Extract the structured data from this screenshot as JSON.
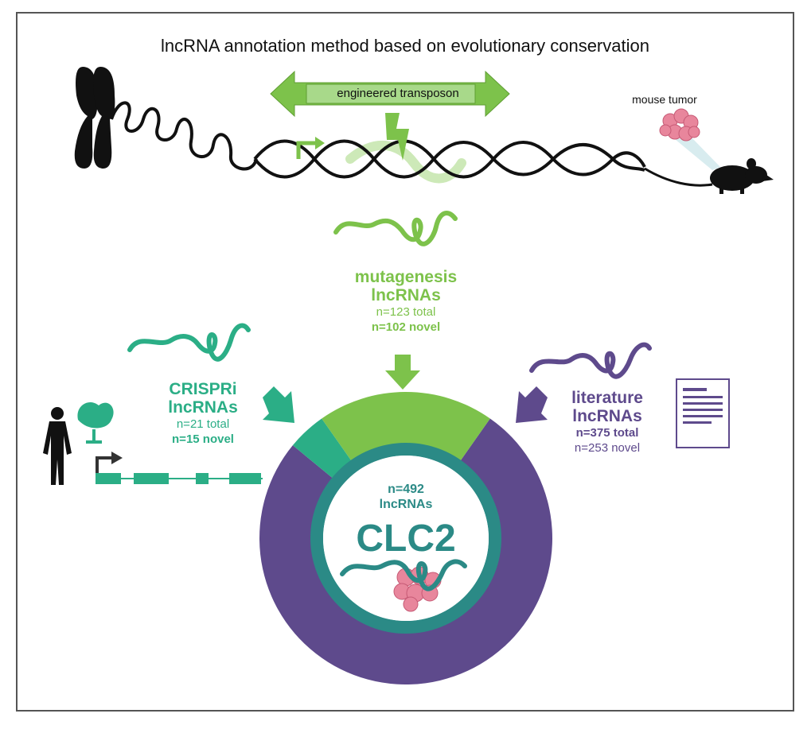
{
  "title": "lncRNA annotation method based on evolutionary conservation",
  "engineered_transposon": "engineered transposon",
  "mouse_tumor": "mouse tumor",
  "colors": {
    "green": "#7dc24b",
    "teal": "#2bae86",
    "purple": "#5e4a8c",
    "ring": "#2b8a86",
    "tumor": "#e8869c"
  },
  "mutagenesis": {
    "title_1": "mutagenesis",
    "title_2": "lncRNAs",
    "total": "n=123 total",
    "novel": "n=102 novel"
  },
  "crispri": {
    "title_1": "CRISPRi",
    "title_2": "lncRNAs",
    "total": "n=21 total",
    "novel": "n=15 novel"
  },
  "literature": {
    "title_1": "literature",
    "title_2": "lncRNAs",
    "total": "n=375 total",
    "novel": "n=253 novel"
  },
  "center": {
    "count": "n=492",
    "label": "lncRNAs",
    "name": "CLC2"
  },
  "donut_fractions": {
    "literature": 0.762,
    "crispri": 0.043,
    "mutagenesis": 0.195
  },
  "icons": [
    "chromosome-icon",
    "transposon-arrow-icon",
    "lightning-icon",
    "tss-arrow-icon",
    "tumor-icon",
    "mouse-icon",
    "human-icon",
    "dcas9-icon",
    "gene-icon",
    "document-icon",
    "rna-icon"
  ]
}
